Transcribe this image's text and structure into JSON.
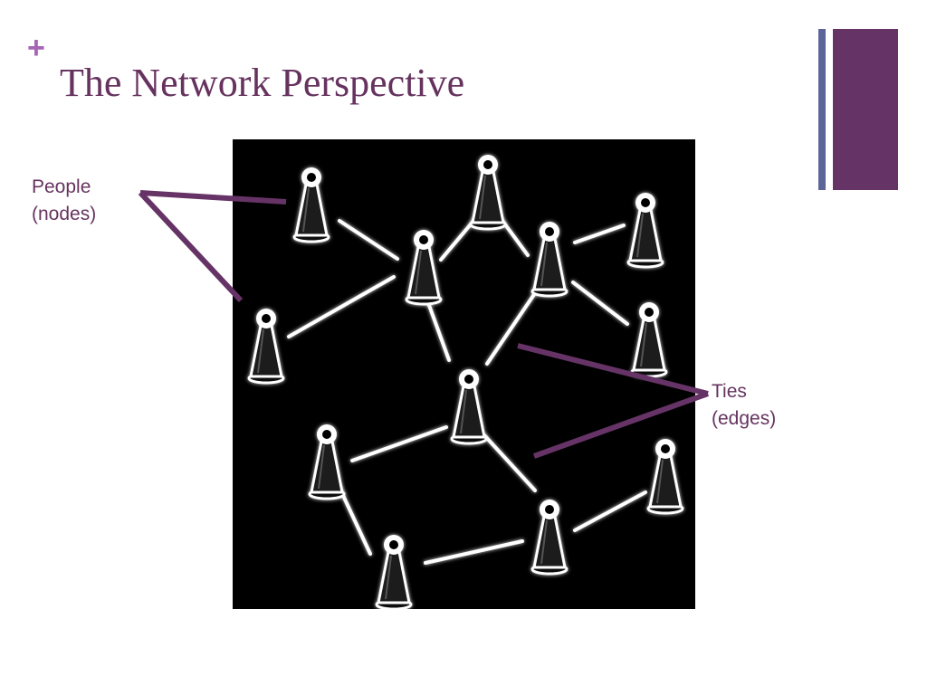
{
  "slide": {
    "marker": "+",
    "title": "The Network Perspective"
  },
  "callouts": {
    "people": {
      "line1": "People",
      "line2": "(nodes)"
    },
    "ties": {
      "line1": "Ties",
      "line2": "(edges)"
    }
  },
  "colors": {
    "title": "#66335f",
    "marker": "#a764b5",
    "accent_bar": "#663366",
    "accent_thin": "#5c6499",
    "callout_line": "#663366"
  },
  "icons": {
    "node": "pawn-icon"
  }
}
